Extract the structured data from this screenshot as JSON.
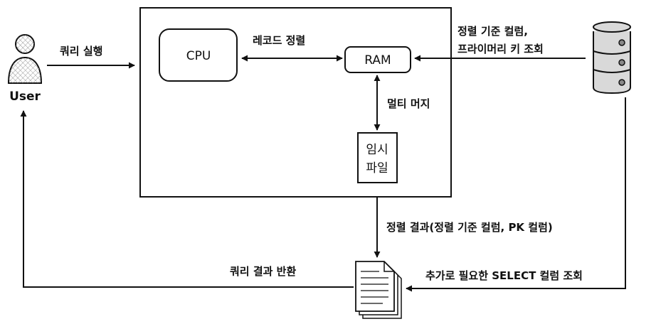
{
  "actors": {
    "user": "User"
  },
  "components": {
    "cpu": "CPU",
    "ram": "RAM",
    "temp_file_line1": "임시",
    "temp_file_line2": "파일"
  },
  "flows": {
    "run_query": "쿼리 실행",
    "sort_records": "레코드 정렬",
    "multi_merge": "멀티 머지",
    "lookup_line1": "정렬 기준 컬럼,",
    "lookup_line2": "프라이머리 키 조회",
    "sort_result": "정렬 결과(정렬 기준 컬럼, PK 컬럼)",
    "additional_select": "추가로 필요한 SELECT 컬럼 조회",
    "return_result": "쿼리 결과 반환"
  }
}
